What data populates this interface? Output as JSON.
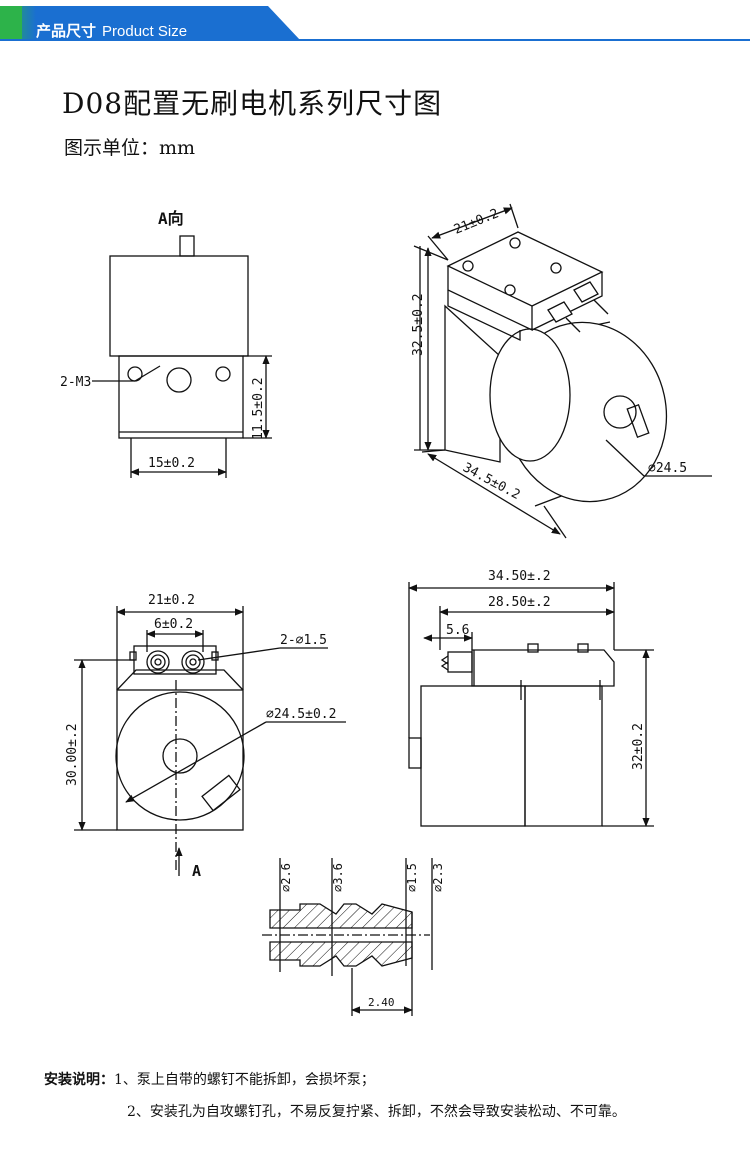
{
  "header": {
    "title_cn": "产品尺寸",
    "title_en": "Product Size",
    "accent_color": "#1a6fd1",
    "tab_gradient": [
      "#2db34a",
      "#1a6fd1"
    ]
  },
  "title": "D08配置无刷电机系列尺寸图",
  "unit": "图示单位：mm",
  "views": {
    "a_view": {
      "title": "A向",
      "hole_label": "2-M3",
      "width_dim": "15±0.2",
      "height_dim": "11.5±0.2"
    },
    "iso_view": {
      "top_width": "21±0.2",
      "height": "32.5±0.2",
      "length": "34.5±0.2",
      "diameter": "⌀24.5"
    },
    "front_view": {
      "width": "21±0.2",
      "nozzle_spacing": "6±0.2",
      "nozzle_hole": "2-⌀1.5",
      "diameter": "⌀24.5±0.2",
      "height": "30.00±.2",
      "arrow_label": "A"
    },
    "side_view": {
      "overall_length": "34.50±.2",
      "head_length": "28.50±.2",
      "nozzle_length": "5.6",
      "height": "32±0.2"
    },
    "nozzle_detail": {
      "d1": "⌀2.6",
      "d2": "⌀3.6",
      "d3": "⌀1.5",
      "d4": "⌀2.3",
      "length": "2.40"
    }
  },
  "notes": {
    "label": "安装说明：",
    "items": [
      "1、泵上自带的螺钉不能拆卸，会损坏泵；",
      "2、安装孔为自攻螺钉孔，不易反复拧紧、拆卸，不然会导致安装松动、不可靠。"
    ]
  }
}
